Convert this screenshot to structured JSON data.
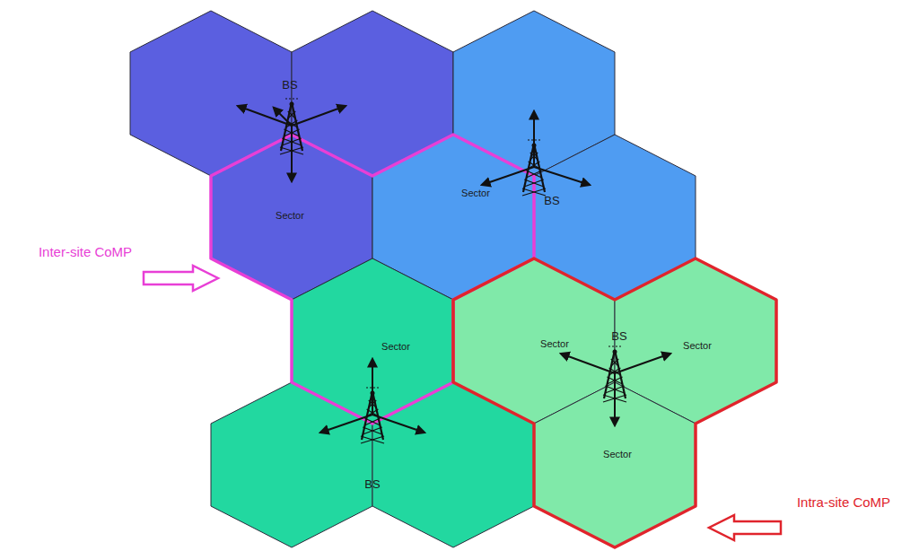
{
  "diagram": {
    "labels": [
      "BS",
      "Sector",
      "Sector",
      "BS",
      "Inter-site CoMP",
      "Sector",
      "BS",
      "Sector",
      "BS",
      "Sector",
      "Sector",
      "Intra-site CoMP"
    ]
  }
}
